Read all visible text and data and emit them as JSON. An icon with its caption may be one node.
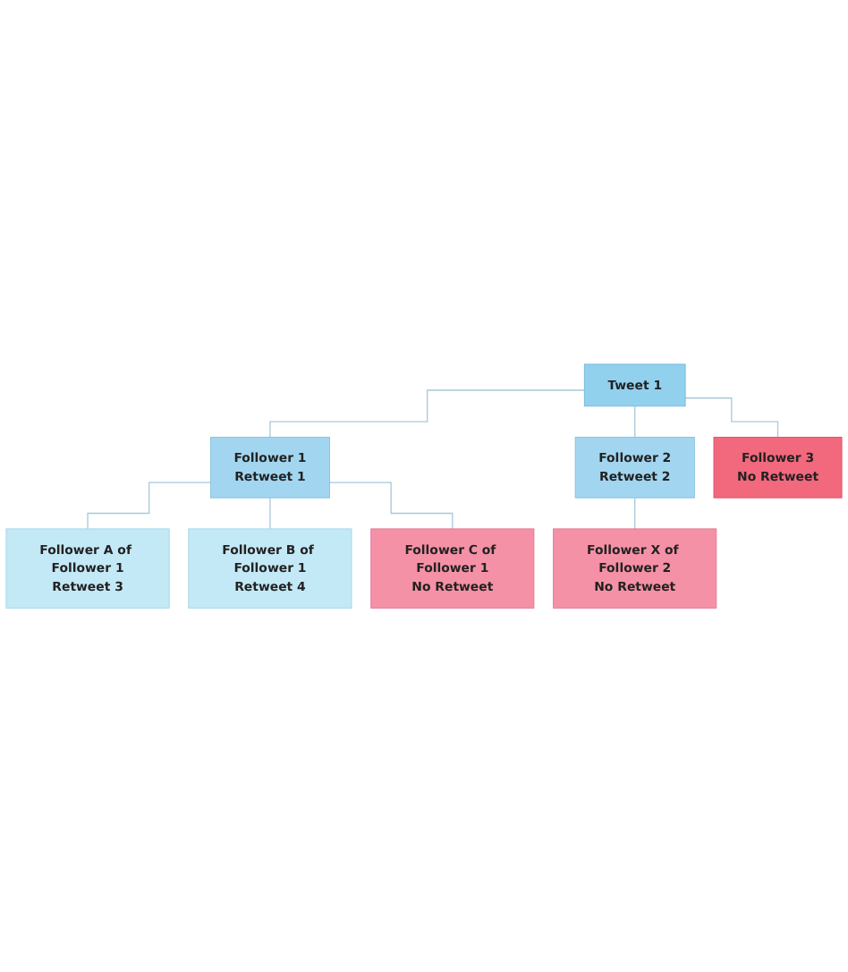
{
  "diagram": {
    "nodes": [
      {
        "text": [
          "Tweet 1"
        ]
      },
      {
        "text": [
          "Follower 1",
          "Retweet 1"
        ]
      },
      {
        "text": [
          "Follower 2",
          "Retweet 2"
        ]
      },
      {
        "text": [
          "Follower 3",
          "No Retweet"
        ]
      },
      {
        "text": [
          "Follower A of Follower 1",
          "Retweet 3"
        ]
      },
      {
        "text": [
          "Follower B of Follower 1",
          "Retweet 4"
        ]
      },
      {
        "text": [
          "Follower C of Follower 1",
          "No Retweet"
        ]
      },
      {
        "text": [
          "Follower X of Follower 2",
          "No Retweet"
        ]
      }
    ],
    "edges": [
      {
        "from": 0,
        "to": 1,
        "arrow": "none"
      },
      {
        "from": 0,
        "to": 2,
        "arrow": "none"
      },
      {
        "from": 0,
        "to": 3,
        "arrow": "none"
      },
      {
        "from": 1,
        "to": 4,
        "arrow": "none"
      },
      {
        "from": 1,
        "to": 5,
        "arrow": "none"
      },
      {
        "from": 1,
        "to": 6,
        "arrow": "none"
      },
      {
        "from": 2,
        "to": 7,
        "arrow": "none"
      }
    ]
  }
}
